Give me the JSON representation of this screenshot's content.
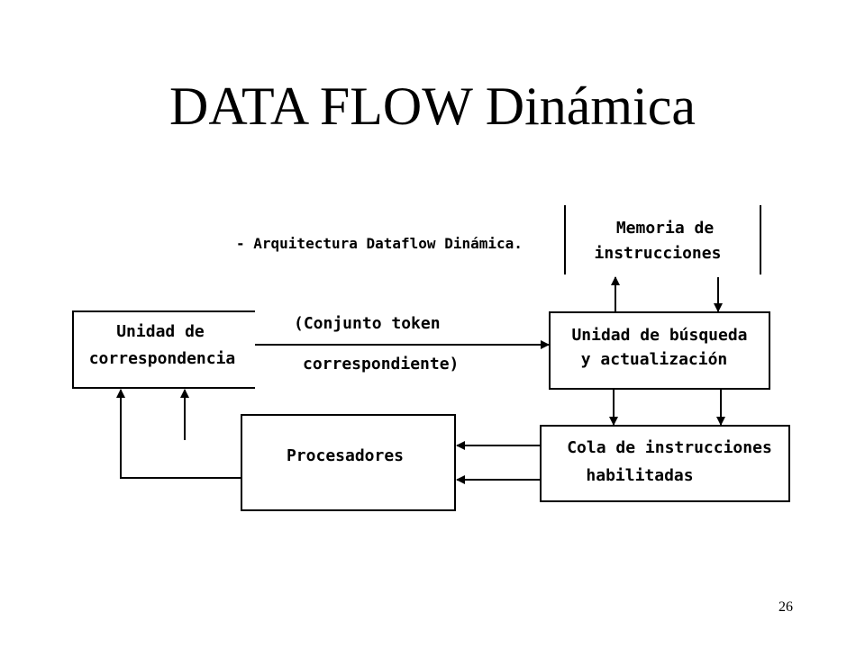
{
  "slide": {
    "title": "DATA FLOW Dinámica",
    "page_number": "26"
  },
  "diagram": {
    "caption": "- Arquitectura Dataflow Dinámica.",
    "memory": {
      "line1": "Memoria de",
      "line2": "instrucciones"
    },
    "matching_unit": {
      "line1": "Unidad de",
      "line2": "correspondencia"
    },
    "fetch_unit": {
      "line1": "Unidad de búsqueda",
      "line2": "y actualización"
    },
    "token_label": {
      "line1": "(Conjunto token",
      "line2": "correspondiente)"
    },
    "processors": {
      "label": "Procesadores"
    },
    "queue": {
      "line1": "Cola de instrucciones",
      "line2": "habilitadas"
    }
  }
}
